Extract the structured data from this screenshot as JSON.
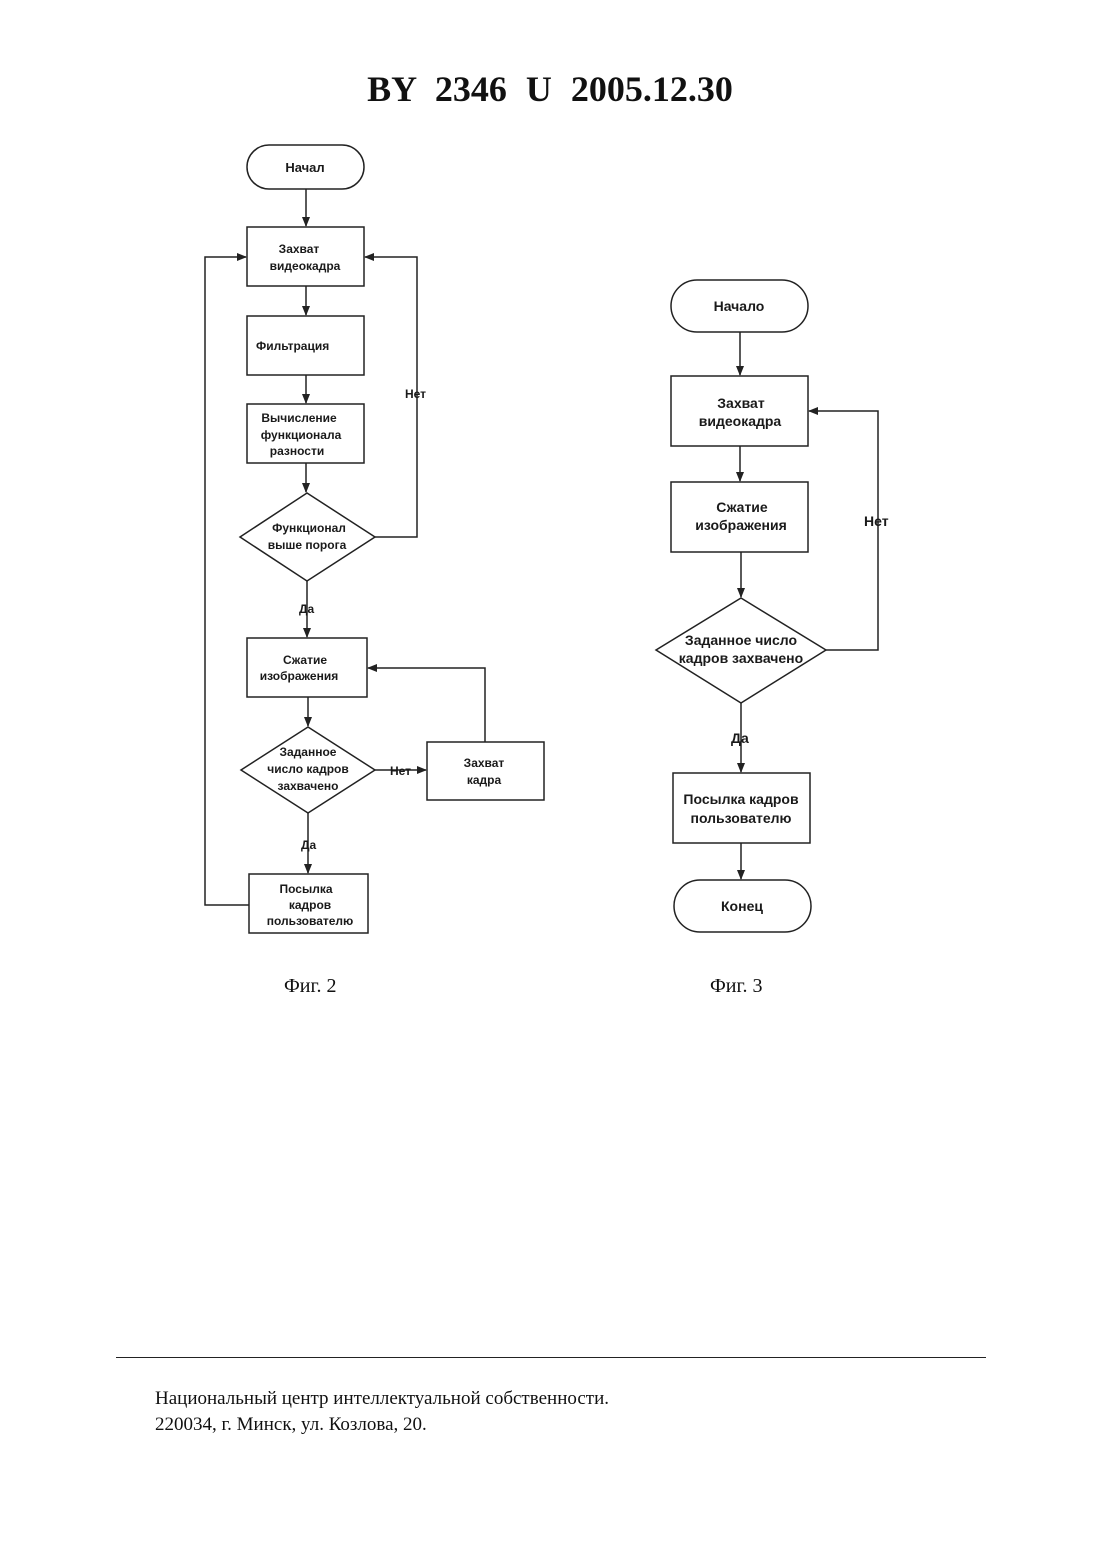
{
  "header": {
    "title": "BY  2346  U  2005.12.30"
  },
  "fig2": {
    "caption": "Фиг. 2",
    "start": "Начал",
    "capture": [
      "Захват",
      "видеокадра"
    ],
    "filter": "Фильтрация",
    "compute": [
      "Вычисление",
      "функционала",
      "разности"
    ],
    "decision_threshold": [
      "Функционал",
      "выше порога"
    ],
    "no_label_1": "Нет",
    "yes_label_1": "Да",
    "compress": [
      "Сжатие",
      "изображения"
    ],
    "decision_count": [
      "Заданное",
      "число кадров",
      "захвачено"
    ],
    "no_label_2": "Нет",
    "capture_frame": [
      "Захват",
      "кадра"
    ],
    "yes_label_2": "Да",
    "send": [
      "Посылка",
      "кадров",
      "пользователю"
    ]
  },
  "fig3": {
    "caption": "Фиг. 3",
    "start": "Начало",
    "capture": [
      "Захват",
      "видеокадра"
    ],
    "compress": [
      "Сжатие",
      "изображения"
    ],
    "decision_count": [
      "Заданное число",
      "кадров захвачено"
    ],
    "no_label": "Нет",
    "yes_label": "Да",
    "send": [
      "Посылка кадров",
      "пользователю"
    ],
    "end": "Конец"
  },
  "footer": {
    "line1": "Национальный центр интеллектуальной собственности.",
    "line2": "220034, г. Минск, ул. Козлова, 20."
  }
}
